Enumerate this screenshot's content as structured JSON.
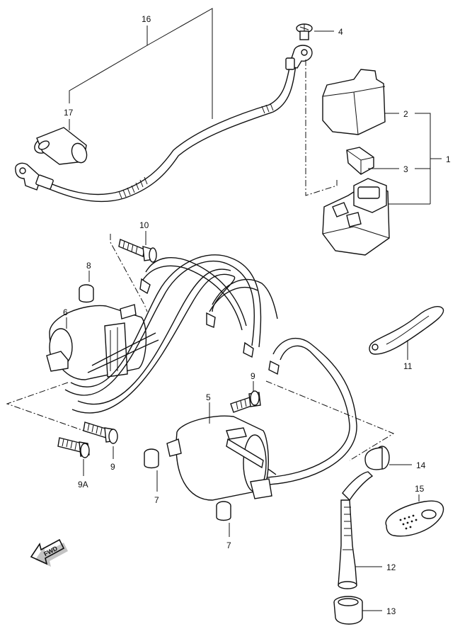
{
  "callouts": {
    "c1": "1",
    "c2": "2",
    "c3": "3",
    "c4": "4",
    "c5": "5",
    "c6": "6",
    "c7a": "7",
    "c7b": "7",
    "c8": "8",
    "c9a": "9",
    "c9b": "9",
    "c9A": "9A",
    "c10": "10",
    "c11": "11",
    "c12": "12",
    "c13": "13",
    "c14": "14",
    "c15": "15",
    "c16": "16",
    "c17": "17"
  },
  "fwd_label": "FWD"
}
